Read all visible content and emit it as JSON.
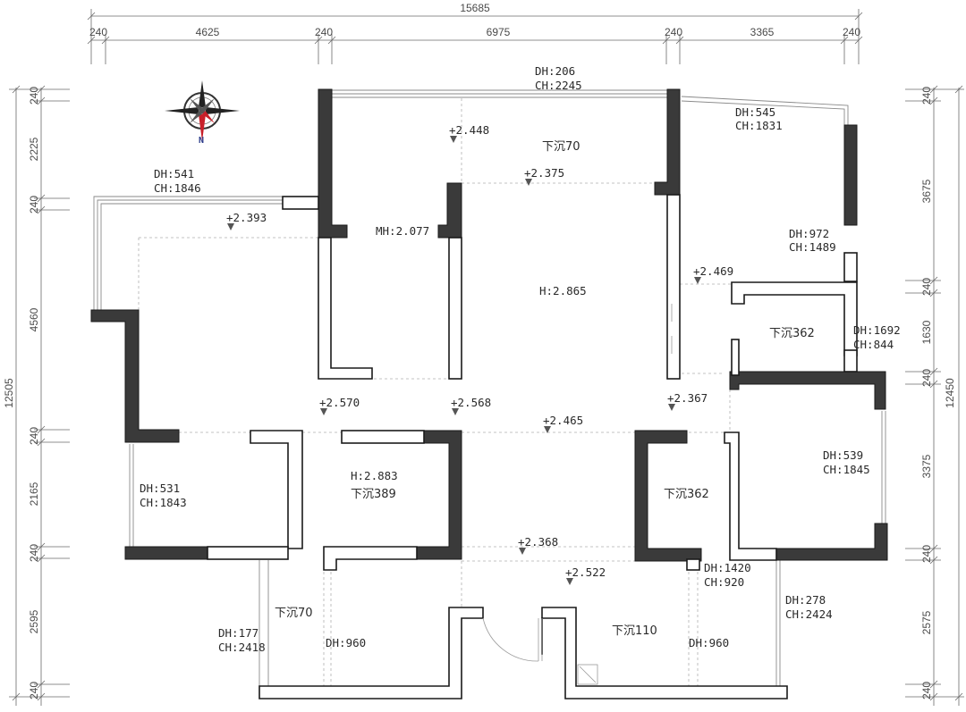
{
  "dimensions": {
    "top_total": "15685",
    "top_segments": [
      "240",
      "4625",
      "240",
      "6975",
      "240",
      "3365",
      "240"
    ],
    "left_total": "12505",
    "left_segments": [
      "240",
      "2225",
      "240",
      "4560",
      "240",
      "2165",
      "240",
      "2595",
      "240"
    ],
    "right_total": "12450",
    "right_segments": [
      "240",
      "3675",
      "240",
      "1630",
      "240",
      "3375",
      "240",
      "2575",
      "240"
    ]
  },
  "compass": {
    "north_label": "N"
  },
  "openings": [
    {
      "id": "o1",
      "dh": "DH:206",
      "ch": "CH:2245"
    },
    {
      "id": "o2",
      "dh": "DH:545",
      "ch": "CH:1831"
    },
    {
      "id": "o3",
      "dh": "DH:541",
      "ch": "CH:1846"
    },
    {
      "id": "o4",
      "dh": "DH:972",
      "ch": "CH:1489"
    },
    {
      "id": "o5",
      "dh": "DH:1692",
      "ch": "CH:844"
    },
    {
      "id": "o6",
      "dh": "DH:539",
      "ch": "CH:1845"
    },
    {
      "id": "o7",
      "dh": "DH:531",
      "ch": "CH:1843"
    },
    {
      "id": "o8",
      "dh": "DH:1420",
      "ch": "CH:920"
    },
    {
      "id": "o9",
      "dh": "DH:278",
      "ch": "CH:2424"
    },
    {
      "id": "o10",
      "dh": "DH:177",
      "ch": "CH:2418"
    }
  ],
  "door_heights": [
    "DH:960",
    "DH:960"
  ],
  "mh_label": "MH:2.077",
  "elevations": [
    "+2.448",
    "+2.375",
    "+2.393",
    "+2.469",
    "+2.570",
    "+2.568",
    "+2.465",
    "+2.367",
    "+2.368",
    "+2.522"
  ],
  "ceiling_heights": [
    "H:2.865",
    "H:2.883"
  ],
  "sunken": [
    "下沉70",
    "下沉362",
    "下沉389",
    "下沉362",
    "下沉70",
    "下沉110"
  ]
}
